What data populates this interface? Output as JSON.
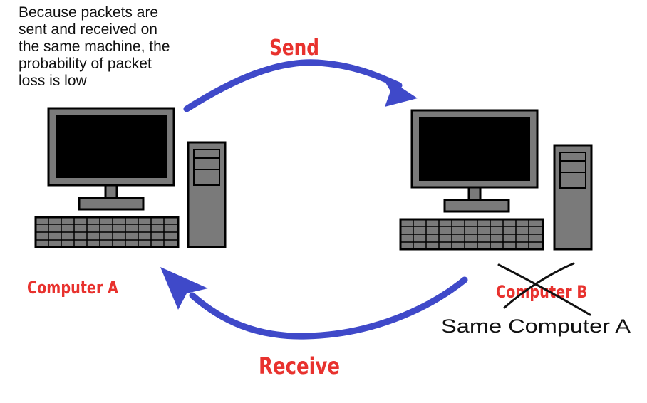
{
  "note": {
    "text": "Because packets are\nsent and received on\nthe same machine, the\nprobability of packet\nloss is low"
  },
  "arrows": {
    "send_label": "Send",
    "receive_label": "Receive",
    "color": "#3f49c9"
  },
  "computer_a": {
    "label": "Computer A"
  },
  "computer_b": {
    "label": "Computer B",
    "crossed_out": true,
    "replacement_label": "Same Computer A"
  },
  "colors": {
    "label_red": "#e8322e",
    "arrow_blue": "#3f49c9",
    "monitor_frame": "#7a7a7a",
    "screen": "#000000"
  }
}
